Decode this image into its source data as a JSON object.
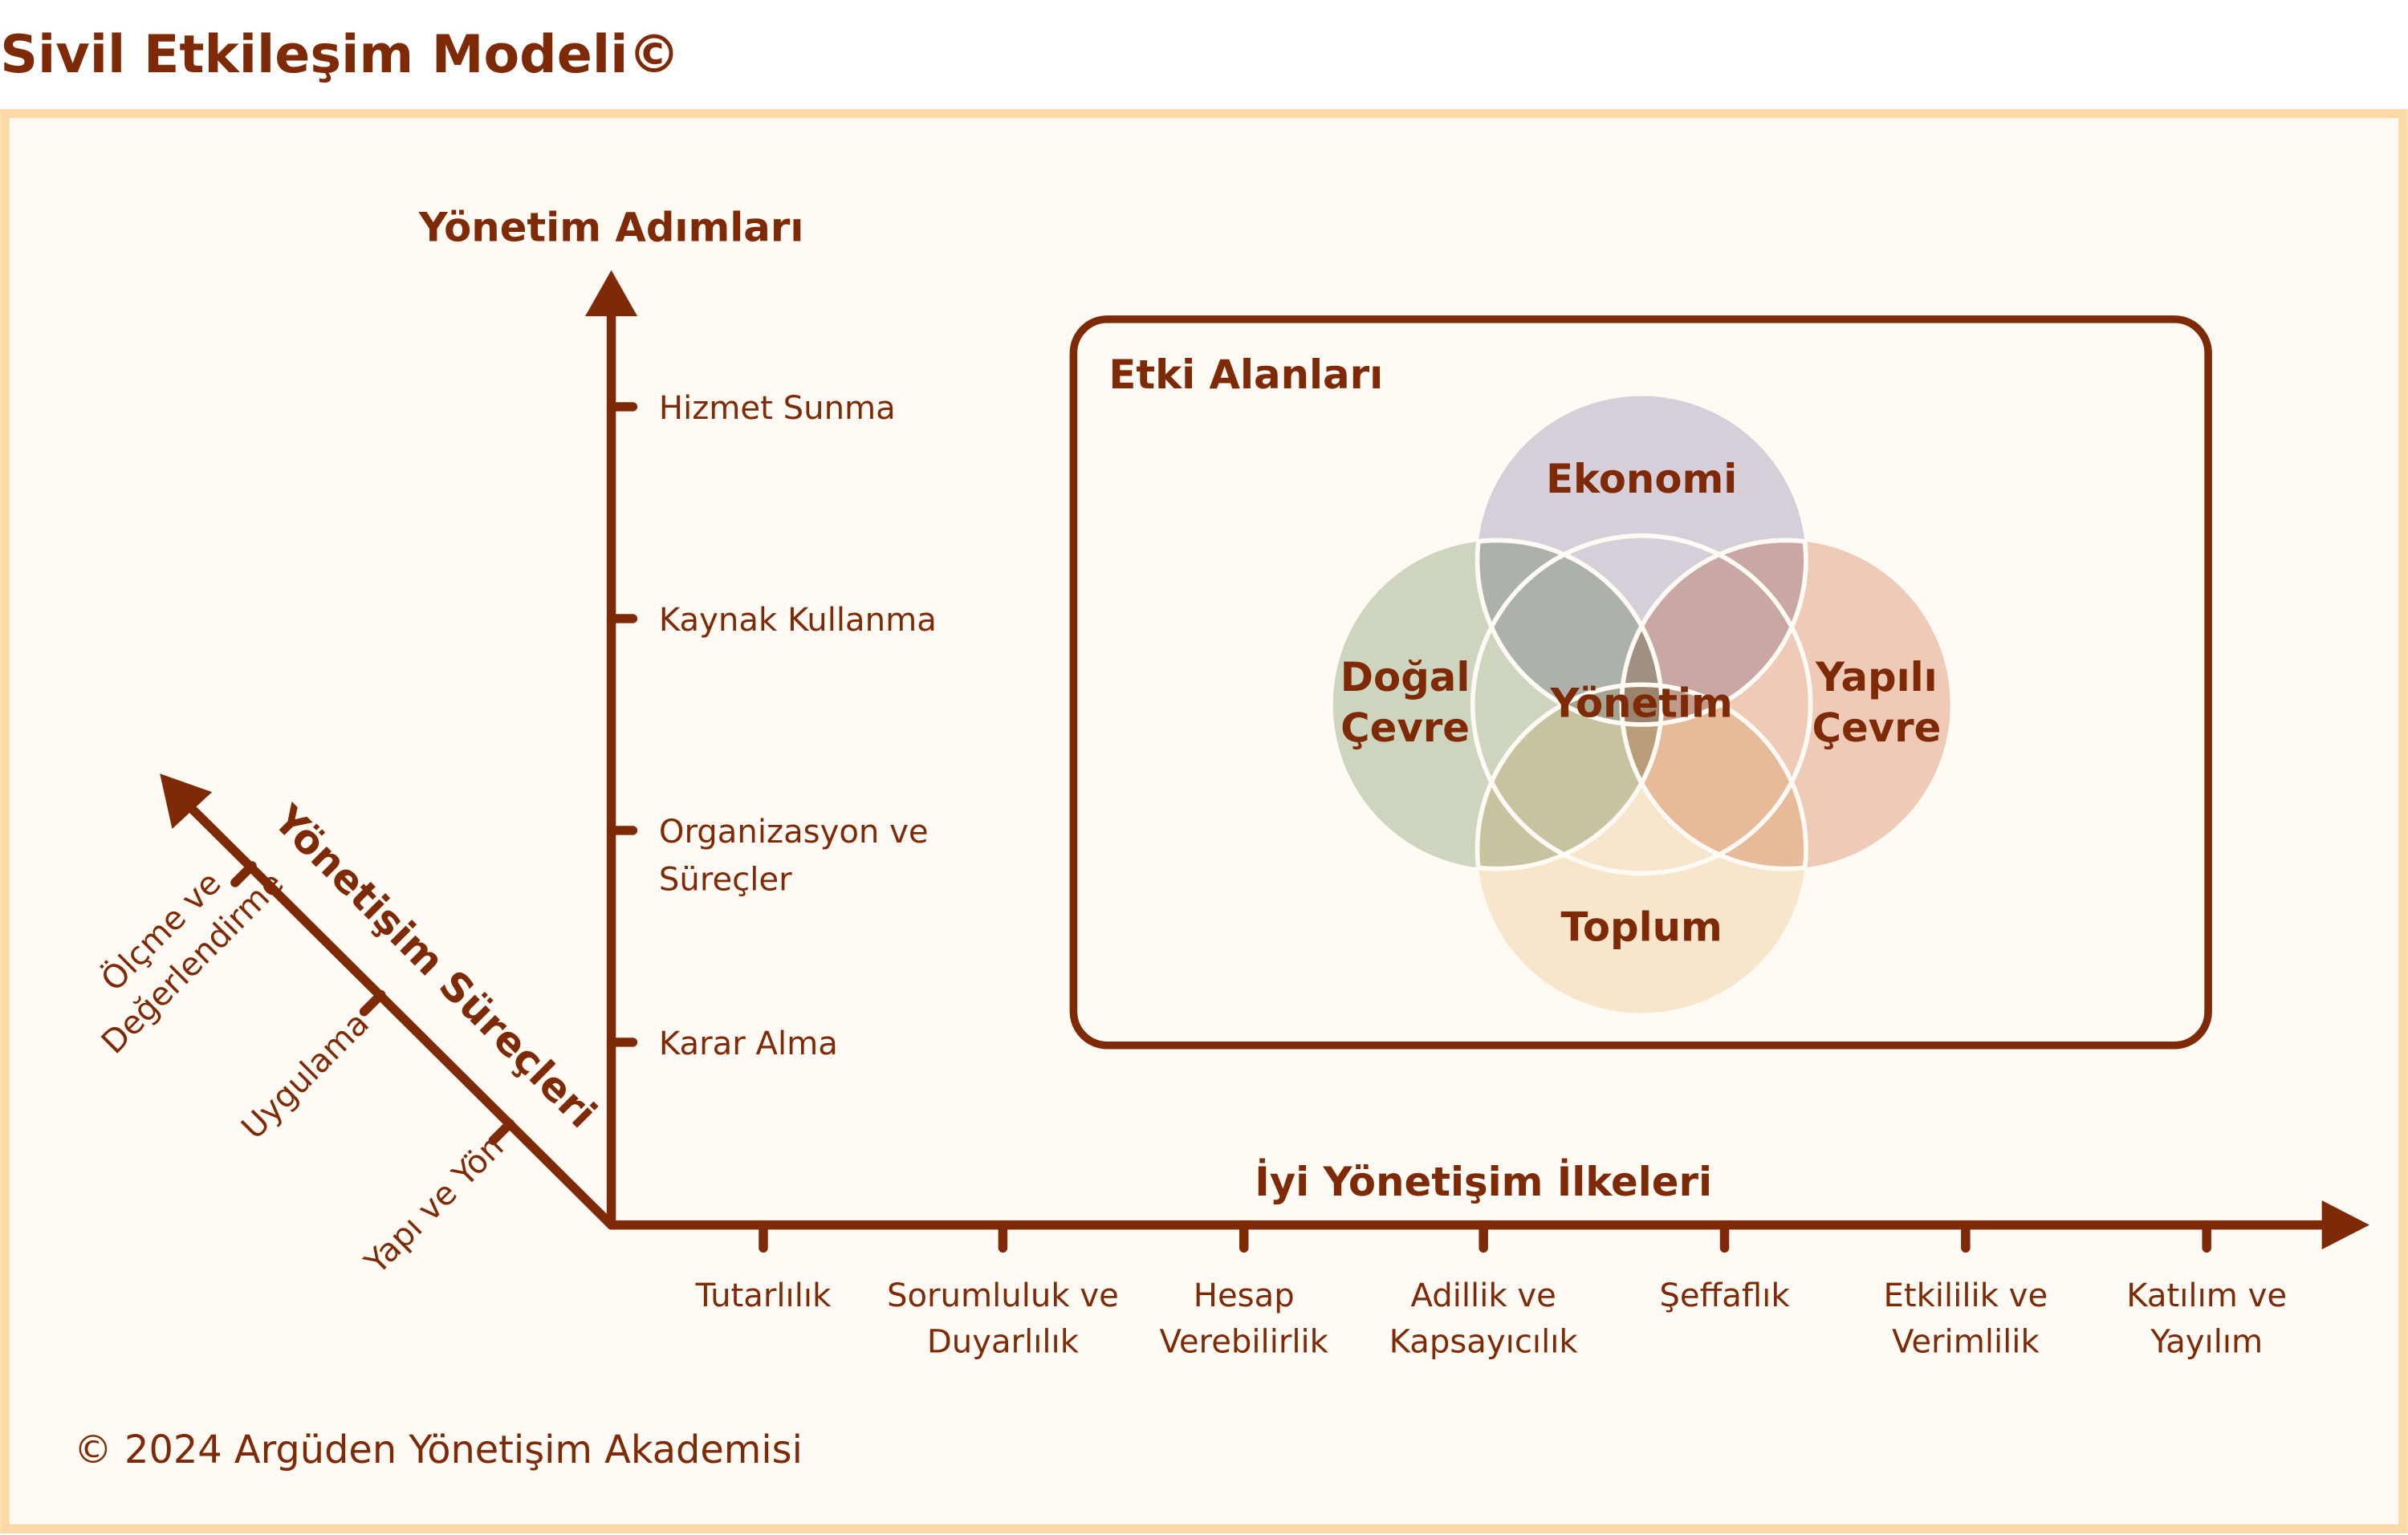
{
  "title": "Sivil Etkileşim Modeli©",
  "copyright": "© 2024 Argüden Yönetişim Akademisi",
  "colors": {
    "accent": "#7f2a06",
    "frame": "#fdd9a8",
    "background": "#fffaf3"
  },
  "vertical_axis": {
    "title": "Yönetim Adımları",
    "ticks": [
      [
        "Hizmet Sunma"
      ],
      [
        "Kaynak Kullanma"
      ],
      [
        "Organizasyon ve",
        "Süreçler"
      ],
      [
        "Karar Alma"
      ]
    ]
  },
  "horizontal_axis": {
    "title": "İyi Yönetişim İlkeleri",
    "ticks": [
      [
        "Tutarlılık"
      ],
      [
        "Sorumluluk ve",
        "Duyarlılık"
      ],
      [
        "Hesap",
        "Verebilirlik"
      ],
      [
        "Adillik ve",
        "Kapsayıcılık"
      ],
      [
        "Şeffaflık"
      ],
      [
        "Etkililik ve",
        "Verimlilik"
      ],
      [
        "Katılım ve",
        "Yayılım"
      ]
    ]
  },
  "diagonal_axis": {
    "title": "Yönetişim Süreçleri",
    "ticks": [
      [
        "Ölçme ve",
        "Değerlendirme"
      ],
      [
        "Uygulama"
      ],
      [
        "Yapı ve Yön"
      ]
    ]
  },
  "impact_box": {
    "title": "Etki Alanları",
    "center_label": "Yönetim",
    "circles": [
      {
        "label": [
          "Ekonomi"
        ],
        "color": "#cfcbe0"
      },
      {
        "label": [
          "Doğal",
          "Çevre"
        ],
        "color": "#c4d3c0"
      },
      {
        "label": [
          "Yapılı",
          "Çevre"
        ],
        "color": "#ecc5b5"
      },
      {
        "label": [
          "Toplum"
        ],
        "color": "#f6e8cf"
      }
    ]
  }
}
